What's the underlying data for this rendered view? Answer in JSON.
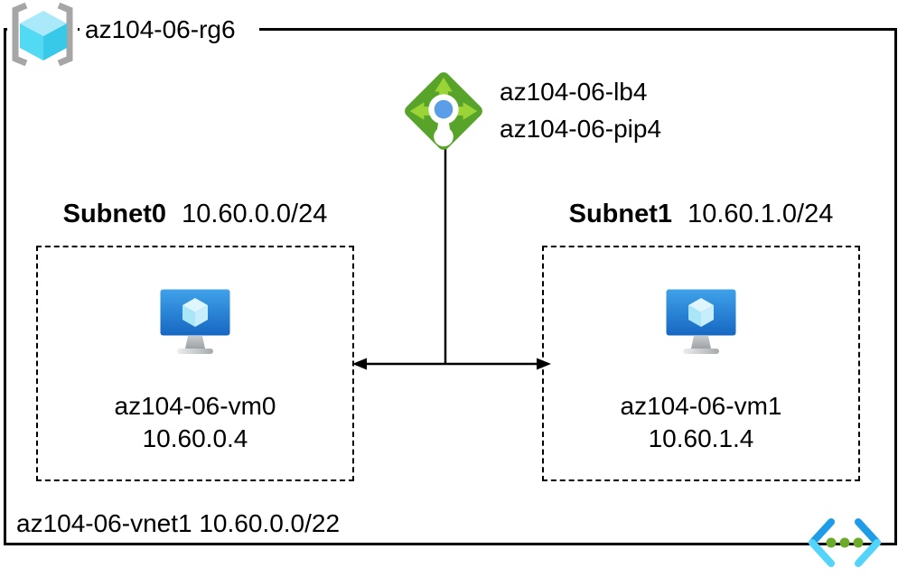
{
  "resource_group": {
    "name": "az104-06-rg6"
  },
  "load_balancer": {
    "name": "az104-06-lb4",
    "public_ip_name": "az104-06-pip4"
  },
  "subnets": [
    {
      "name": "Subnet0",
      "cidr": "10.60.0.0/24",
      "vm_name": "az104-06-vm0",
      "vm_ip": "10.60.0.4"
    },
    {
      "name": "Subnet1",
      "cidr": "10.60.1.0/24",
      "vm_name": "az104-06-vm1",
      "vm_ip": "10.60.1.4"
    }
  ],
  "virtual_network": {
    "name": "az104-06-vnet1",
    "cidr": "10.60.0.0/22"
  },
  "icons": {
    "resource_group": "resource-group-icon",
    "load_balancer": "load-balancer-icon",
    "virtual_machine": "virtual-machine-icon",
    "virtual_network": "virtual-network-icon"
  },
  "colors": {
    "line": "#000000",
    "bracket_gray": "#a6a6a6",
    "rg_cube_top": "#a9e9fa",
    "rg_cube_left": "#52d9f3",
    "rg_cube_right": "#38c8e8",
    "lb_body_green": "#58a32a",
    "lb_arrow_green": "#9ad436",
    "lb_center_blue": "#5b9ee8",
    "vm_screen_top": "#3fa2e9",
    "vm_screen_bottom": "#1767c2",
    "vm_cube_top": "#dff6fd",
    "vm_cube_left": "#a9e6f8",
    "vm_cube_right": "#c6effb",
    "vnet_chevron_blue": "#1e9ce8",
    "vnet_chevron_cyan": "#54d4f9",
    "vnet_dot_green": "#6cab29"
  }
}
